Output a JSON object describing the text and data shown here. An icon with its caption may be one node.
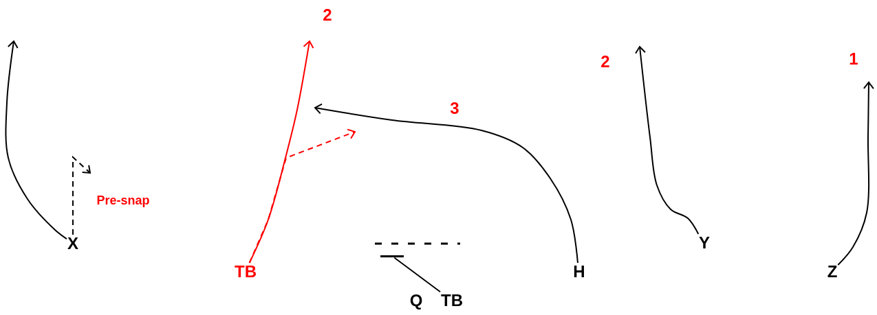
{
  "diagram": {
    "nodes": [
      {
        "text": [
          "X"
        ]
      },
      {
        "text": [
          "TB"
        ]
      },
      {
        "text": [
          "H"
        ]
      },
      {
        "text": [
          "Y"
        ]
      },
      {
        "text": [
          "Z"
        ]
      },
      {
        "text": [
          "Q"
        ]
      },
      {
        "text": [
          "TB"
        ]
      },
      {
        "text": [],
        "shape": "bar"
      }
    ],
    "edges": [
      {
        "from": 0,
        "to": null,
        "arrow": "to"
      },
      {
        "from": 0,
        "to": null,
        "arrow": "to",
        "style": "dashed"
      },
      {
        "from": 1,
        "to": null,
        "arrow": "to",
        "color": "#ff0000"
      },
      {
        "from": 1,
        "to": null,
        "arrow": "to",
        "style": "dashed",
        "color": "#ff0000"
      },
      {
        "from": 2,
        "to": null,
        "arrow": "to"
      },
      {
        "from": 3,
        "to": null,
        "arrow": "to"
      },
      {
        "from": 4,
        "to": null,
        "arrow": "to"
      },
      {
        "from": 6,
        "to": 7,
        "arrow": "none"
      }
    ],
    "labels": [
      "2",
      "2",
      "1",
      "3",
      "Pre-snap"
    ]
  }
}
